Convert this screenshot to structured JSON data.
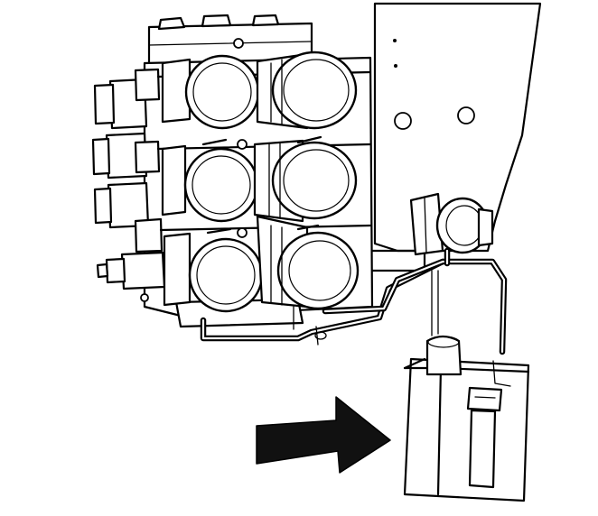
{
  "diagram": {
    "description_visible_text": "",
    "colors": {
      "line": "#000000",
      "fill": "#ffffff",
      "arrow": "#111111"
    },
    "components": {
      "mounting_plate": "plate",
      "valve_block": "manifold",
      "coil_count": 6,
      "electrical_connector": "plug",
      "pointer": "arrow-right"
    }
  }
}
